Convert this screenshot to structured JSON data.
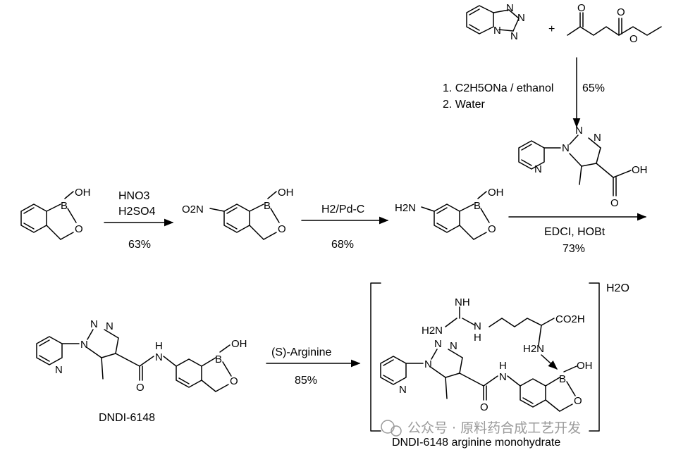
{
  "step1": {
    "cond1": "1. C2H5ONa / ethanol",
    "cond2": "2. Water",
    "yield": "65%",
    "plus": "+"
  },
  "step2": {
    "reagent1": "HNO3",
    "reagent2": "H2SO4",
    "yield": "63%"
  },
  "step3": {
    "reagent": "H2/Pd-C",
    "yield": "68%"
  },
  "step4": {
    "reagent": "EDCI, HOBt",
    "yield": "73%"
  },
  "step5": {
    "reagent": "(S)-Arginine",
    "yield": "85%"
  },
  "product_name": "DNDI-6148",
  "salt_name": "DNDI-6148 arginine monohydrate",
  "hydrate": "H2O",
  "watermark": "公众号 · 原料药合成工艺开发",
  "atoms": {
    "OH": "OH",
    "O": "O",
    "B": "B",
    "N": "N",
    "H": "H",
    "NH": "NH",
    "CO2H": "CO2H",
    "H2N": "H2N",
    "O2N": "O2N",
    "H2N_label": "H2N"
  }
}
